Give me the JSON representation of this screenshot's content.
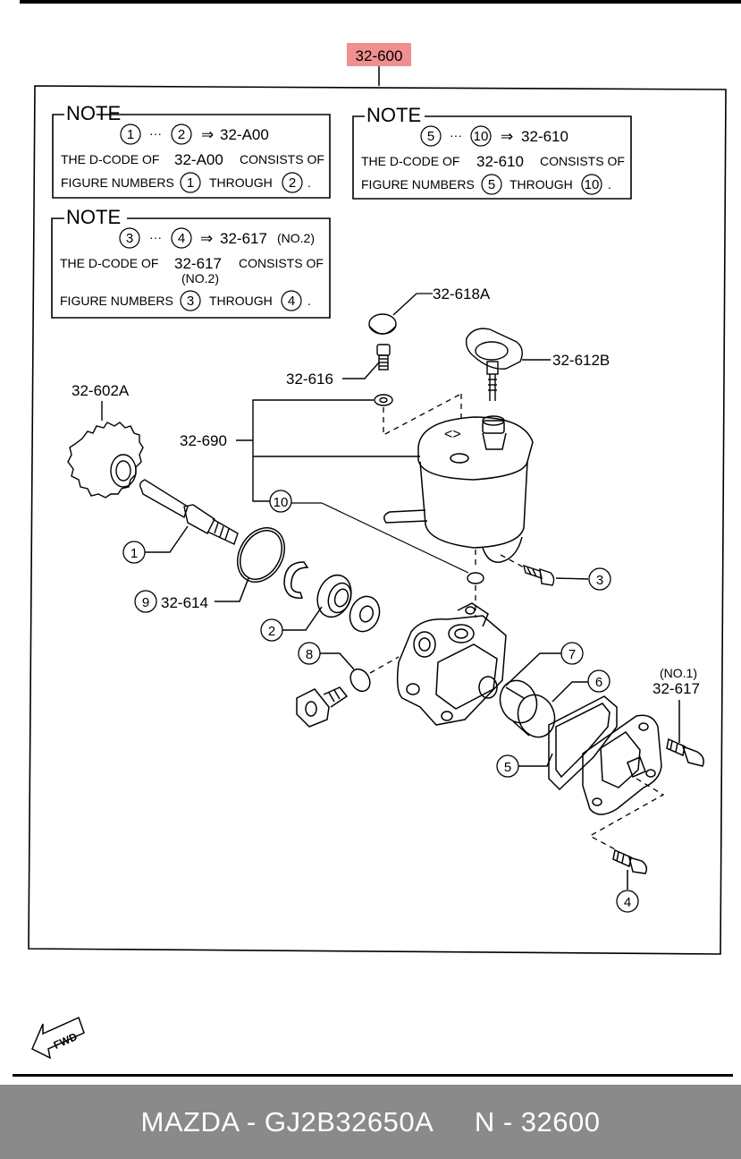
{
  "main_ref": "32-600",
  "notes": [
    {
      "title": "NOTE",
      "range_start": "1",
      "range_end": "2",
      "dcode": "32-A00",
      "dcode_suffix": "",
      "line2_prefix": "THE D-CODE OF",
      "line2_code": "32-A00",
      "line2_suffix": "CONSISTS OF",
      "line2_sub": "",
      "line3_prefix": "FIGURE NUMBERS",
      "line3_through": "THROUGH",
      "line3_end": "."
    },
    {
      "title": "NOTE",
      "range_start": "5",
      "range_end": "10",
      "dcode": "32-610",
      "dcode_suffix": "",
      "line2_prefix": "THE D-CODE OF",
      "line2_code": "32-610",
      "line2_suffix": "CONSISTS OF",
      "line2_sub": "",
      "line3_prefix": "FIGURE NUMBERS",
      "line3_through": "THROUGH",
      "line3_end": "."
    },
    {
      "title": "NOTE",
      "range_start": "3",
      "range_end": "4",
      "dcode": "32-617",
      "dcode_suffix": "(NO.2)",
      "line2_prefix": "THE D-CODE OF",
      "line2_code": "32-617",
      "line2_suffix": "CONSISTS OF",
      "line2_sub": "(NO.2)",
      "line3_prefix": "FIGURE NUMBERS",
      "line3_through": "THROUGH",
      "line3_end": "."
    }
  ],
  "arrow_symbol": "⇒",
  "dots": "···",
  "part_labels": {
    "cap": "32-618A",
    "filler_cap": "32-612B",
    "bolt_616": "32-616",
    "gear": "32-602A",
    "reservoir": "32-690",
    "oring_614": "32-614",
    "bolt_617": "32-617",
    "bolt_617_sub": "(NO.1)"
  },
  "callouts": {
    "c1": "1",
    "c2": "2",
    "c3": "3",
    "c4": "4",
    "c5": "5",
    "c6": "6",
    "c7": "7",
    "c8": "8",
    "c9": "9",
    "c10": "10"
  },
  "fwd": "FWD",
  "footer": {
    "brand": "MAZDA - GJ2B32650A",
    "code": "N - 32600"
  }
}
